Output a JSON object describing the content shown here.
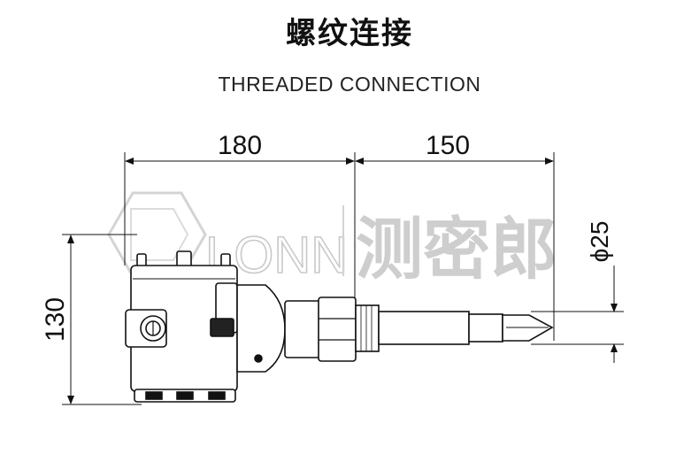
{
  "title": {
    "chinese": "螺纹连接",
    "english": "THREADED CONNECTION"
  },
  "dimensions": {
    "body_length": "180",
    "probe_length": "150",
    "height": "130",
    "probe_diameter": "ϕ25"
  },
  "watermark": {
    "latin": "LONN",
    "chinese": "测密郎"
  }
}
